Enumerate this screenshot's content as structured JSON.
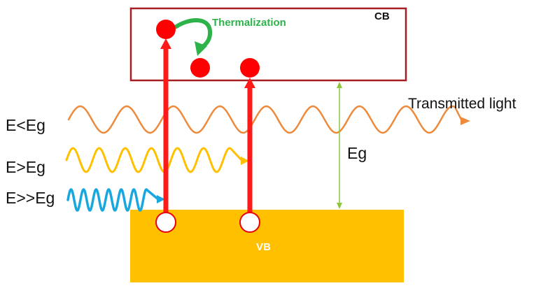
{
  "labels": {
    "cb": "CB",
    "vb": "VB",
    "thermalization": "Thermalization",
    "transmitted": "Transmitted light",
    "bandgap": "Eg",
    "photon_low": "E<Eg",
    "photon_mid": "E>Eg",
    "photon_high": "E>>Eg"
  },
  "colors": {
    "cb_border": "#a31f24",
    "vb_fill": "#ffc000",
    "arrow": "#ff1a1a",
    "electron": "#ff0000",
    "hole_border": "#e8000b",
    "thermalization": "#2db34a",
    "photon_low": "#ee8a3c",
    "photon_mid": "#ffc000",
    "photon_high": "#1aa7e0",
    "bandgap_arrow": "#8dc63f"
  },
  "icons": {
    "electron": "filled-circle",
    "hole": "hollow-circle",
    "thermalization": "curved-arrow"
  }
}
